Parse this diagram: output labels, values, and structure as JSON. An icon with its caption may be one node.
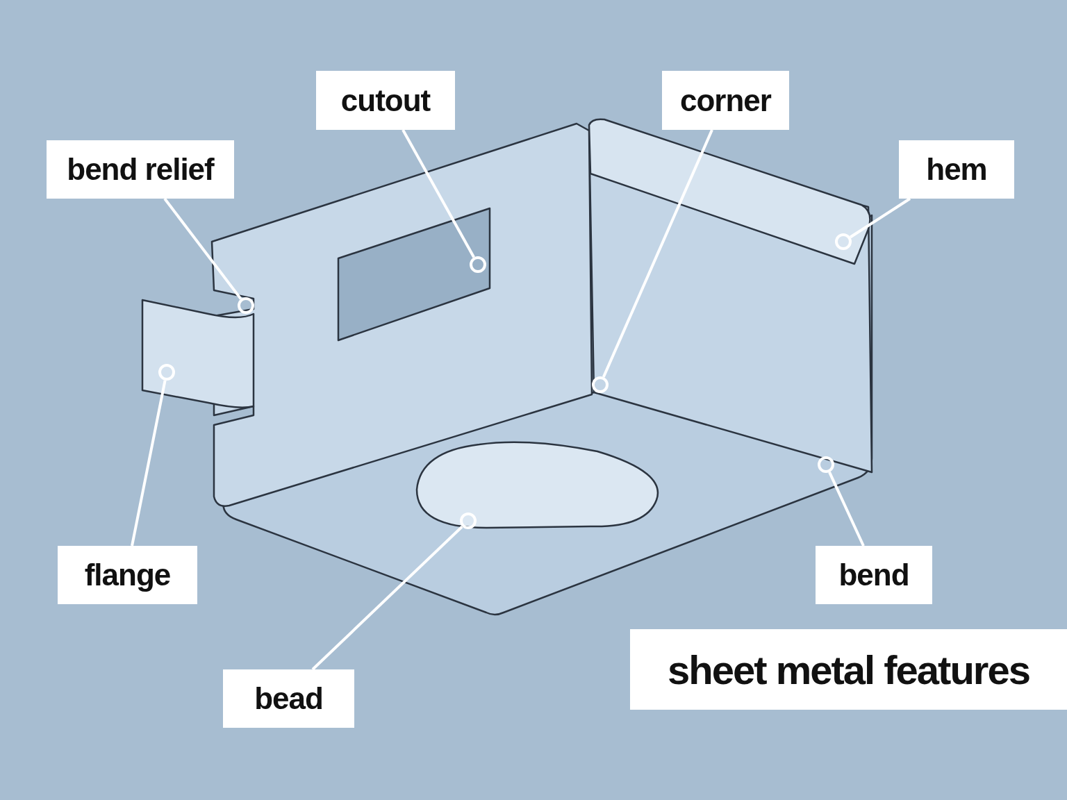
{
  "diagram": {
    "title": "sheet metal features",
    "nodes": [
      {
        "text": [
          "cutout"
        ]
      },
      {
        "text": [
          "corner"
        ]
      },
      {
        "text": [
          "bend relief"
        ]
      },
      {
        "text": [
          "hem"
        ]
      },
      {
        "text": [
          "flange"
        ]
      },
      {
        "text": [
          "bend"
        ]
      },
      {
        "text": [
          "bead"
        ]
      },
      {
        "text": [],
        "shape": "circle"
      },
      {
        "text": [],
        "shape": "circle"
      },
      {
        "text": [],
        "shape": "circle"
      },
      {
        "text": [],
        "shape": "circle"
      },
      {
        "text": [],
        "shape": "circle"
      },
      {
        "text": [],
        "shape": "circle"
      },
      {
        "text": [],
        "shape": "circle"
      }
    ],
    "edges": [
      {
        "from": 0,
        "to": 7,
        "arrow": "none"
      },
      {
        "from": 1,
        "to": 8,
        "arrow": "none"
      },
      {
        "from": 2,
        "to": 9,
        "arrow": "none"
      },
      {
        "from": 3,
        "to": 10,
        "arrow": "none"
      },
      {
        "from": 4,
        "to": 11,
        "arrow": "none"
      },
      {
        "from": 5,
        "to": 12,
        "arrow": "none"
      },
      {
        "from": 6,
        "to": 13,
        "arrow": "none"
      }
    ]
  }
}
